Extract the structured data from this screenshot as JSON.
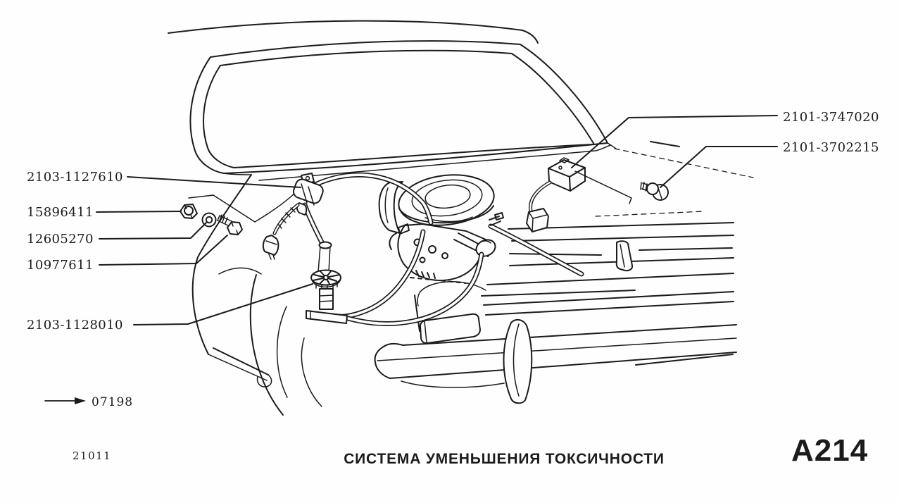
{
  "page": {
    "caption": "СИСТЕМА УМЕНЬШЕНИЯ ТОКСИЧНОСТИ",
    "plate_code": "A214",
    "model_code": "21011",
    "revision_code": "07198"
  },
  "callouts": {
    "valve_clamp": "2103-1127610",
    "nut": "15896411",
    "washer": "12605270",
    "bolt": "10977611",
    "gulp_valve": "2103-1128010",
    "relay": "2101-3747020",
    "screw": "2101-3702215"
  },
  "colors": {
    "ink": "#1b1b1b",
    "paper": "#fefefe"
  }
}
